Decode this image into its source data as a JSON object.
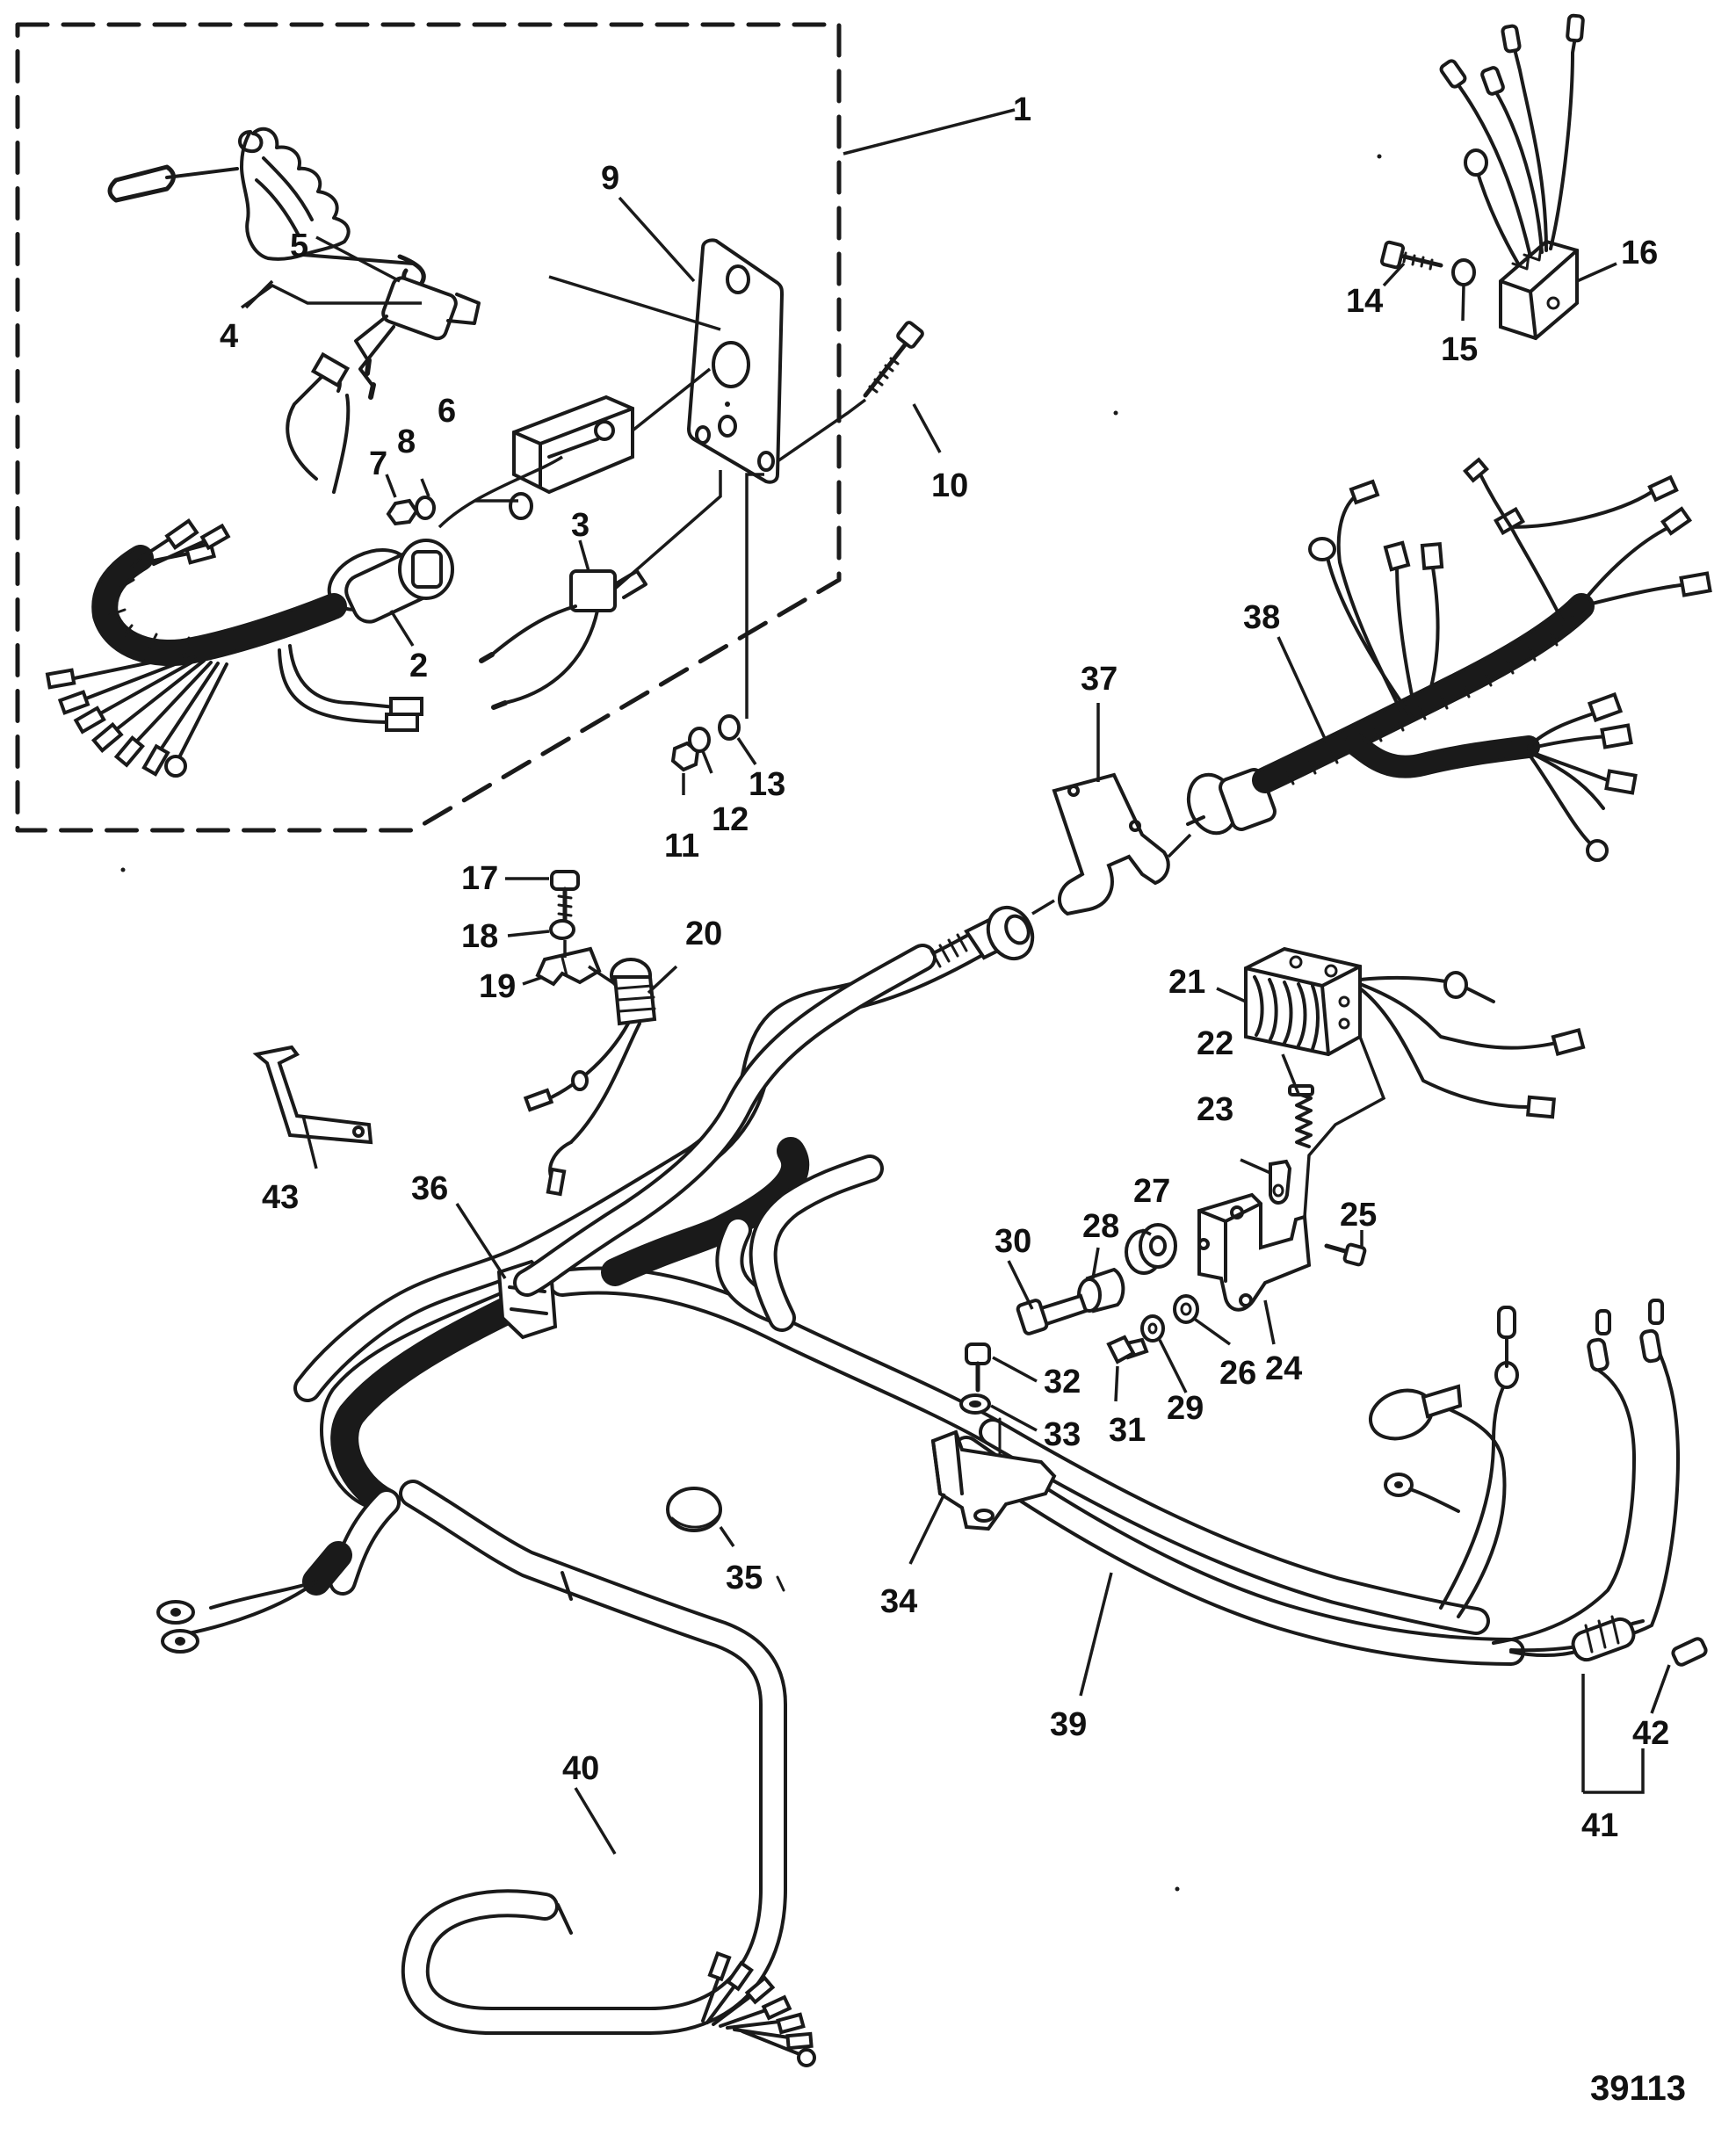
{
  "figure_number": "39113",
  "callouts": {
    "c1": "1",
    "c2": "2",
    "c3": "3",
    "c4": "4",
    "c5": "5",
    "c6": "6",
    "c7": "7",
    "c8": "8",
    "c9": "9",
    "c10": "10",
    "c11": "11",
    "c12": "12",
    "c13": "13",
    "c14": "14",
    "c15": "15",
    "c16": "16",
    "c17": "17",
    "c18": "18",
    "c19": "19",
    "c20": "20",
    "c21": "21",
    "c22": "22",
    "c23": "23",
    "c24": "24",
    "c25": "25",
    "c26": "26",
    "c27": "27",
    "c28": "28",
    "c29": "29",
    "c30": "30",
    "c31": "31",
    "c32": "32",
    "c33": "33",
    "c34": "34",
    "c35": "35",
    "c36": "36",
    "c37": "37",
    "c38": "38",
    "c39": "39",
    "c40": "40",
    "c41": "41",
    "c42": "42",
    "c43": "43"
  }
}
